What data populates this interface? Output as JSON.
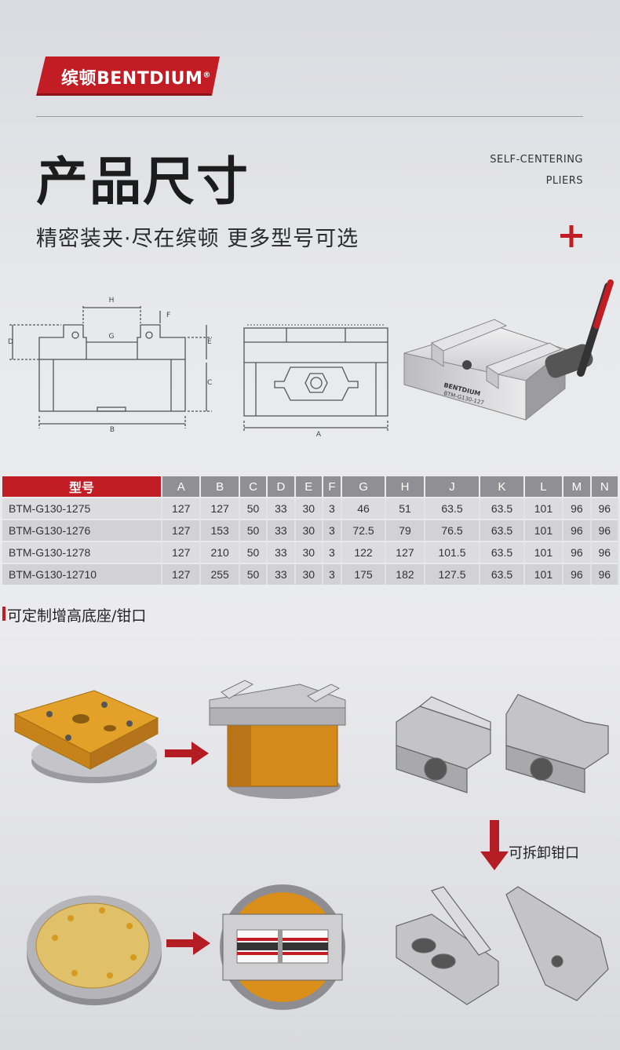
{
  "brand": {
    "name": "缤顿BENTDIUM",
    "reg": "®"
  },
  "header": {
    "title": "产品尺寸",
    "subtitle": "精密装夹·尽在缤顿 更多型号可选",
    "english_line1": "SELF-CENTERING",
    "english_line2": "PLIERS"
  },
  "drawing_labels": {
    "H": "H",
    "G": "G",
    "F": "F",
    "D": "D",
    "E": "E",
    "C": "C",
    "B": "B",
    "A": "A"
  },
  "product_marking": {
    "brand": "BENTDIUM",
    "model": "BTM-G130-127"
  },
  "table": {
    "model_header": "型号",
    "columns": [
      "A",
      "B",
      "C",
      "D",
      "E",
      "F",
      "G",
      "H",
      "J",
      "K",
      "L",
      "M",
      "N"
    ],
    "rows": [
      {
        "model": "BTM-G130-1275",
        "values": [
          "127",
          "127",
          "50",
          "33",
          "30",
          "3",
          "46",
          "51",
          "63.5",
          "63.5",
          "101",
          "96",
          "96"
        ]
      },
      {
        "model": "BTM-G130-1276",
        "values": [
          "127",
          "153",
          "50",
          "33",
          "30",
          "3",
          "72.5",
          "79",
          "76.5",
          "63.5",
          "101",
          "96",
          "96"
        ]
      },
      {
        "model": "BTM-G130-1278",
        "values": [
          "127",
          "210",
          "50",
          "33",
          "30",
          "3",
          "122",
          "127",
          "101.5",
          "63.5",
          "101",
          "96",
          "96"
        ]
      },
      {
        "model": "BTM-G130-12710",
        "values": [
          "127",
          "255",
          "50",
          "33",
          "30",
          "3",
          "175",
          "182",
          "127.5",
          "63.5",
          "101",
          "96",
          "96"
        ]
      }
    ]
  },
  "section": {
    "title": "可定制增高底座/钳口",
    "remove_label": "可拆卸钳口"
  },
  "colors": {
    "accent": "#c21c24",
    "header_gray": "#8f8f94",
    "orange": "#d9941c",
    "steel": "#c9c9cc"
  }
}
